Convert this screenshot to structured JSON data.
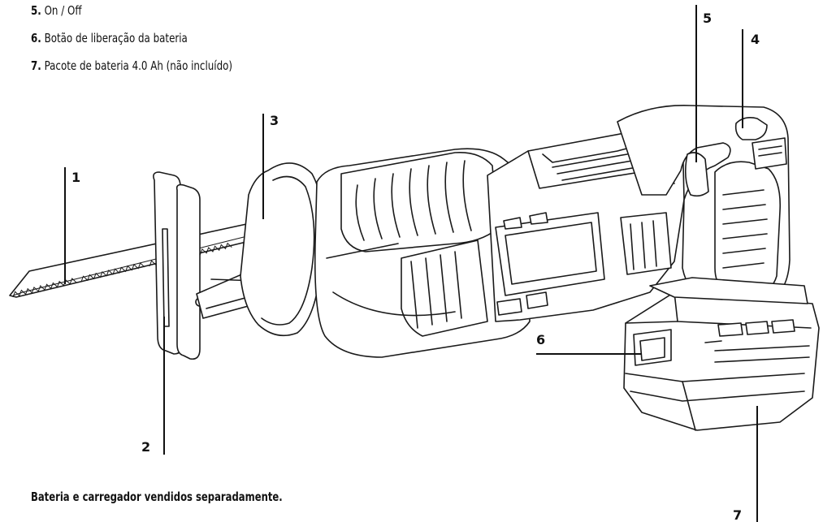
{
  "legend": [
    {
      "num": "5.",
      "text": "On / Off"
    },
    {
      "num": "6.",
      "text": "Botão de liberação da bateria"
    },
    {
      "num": "7.",
      "text": "Pacote de bateria 4.0 Ah (não incluído)"
    }
  ],
  "callouts": {
    "c1": "1",
    "c2": "2",
    "c3": "3",
    "c4": "4",
    "c5": "5",
    "c6": "6",
    "c7": "7"
  },
  "footnote": "Bateria e carregador vendidos separadamente.",
  "icons": [
    "reciprocating-saw-illustration"
  ]
}
